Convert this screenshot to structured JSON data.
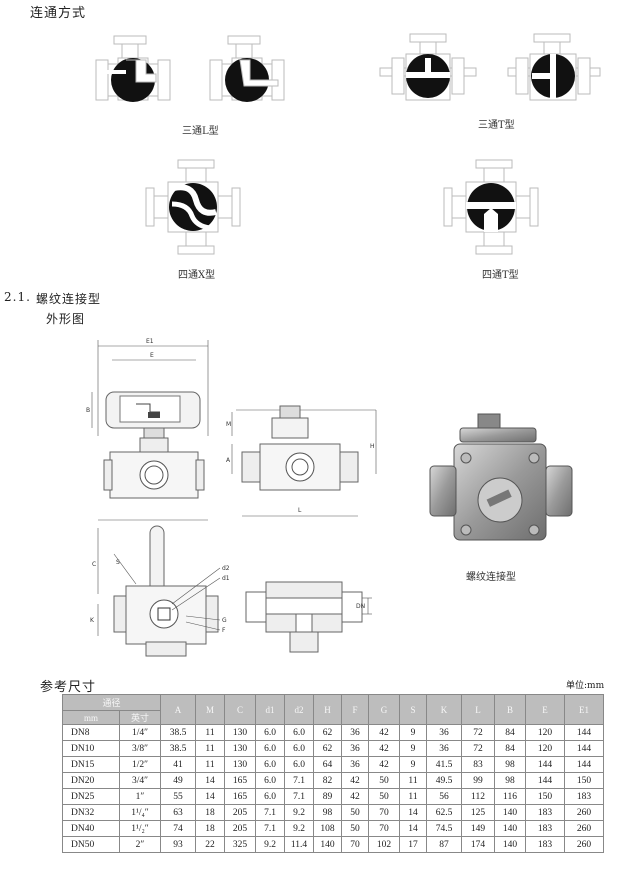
{
  "section_connection": {
    "title": "连通方式"
  },
  "captions": {
    "three_L": "三通L型",
    "three_T": "三通T型",
    "four_X": "四通X型",
    "four_T": "四通T型"
  },
  "section_thread": {
    "number": "2.1.",
    "title": "螺纹连接型",
    "subtitle": "外形图",
    "photo_caption": "螺纹连接型"
  },
  "drawing_labels": {
    "E1": "E1",
    "E": "E",
    "B": "B",
    "M": "M",
    "A": "A",
    "H": "H",
    "L": "L",
    "C": "C",
    "S": "S",
    "K": "K",
    "d2": "d2",
    "d1": "d1",
    "G": "G",
    "F": "F",
    "DN": "DN"
  },
  "reference": {
    "title": "参考尺寸",
    "unit": "单位:mm"
  },
  "table": {
    "group_header": "通径",
    "sub_headers": [
      "mm",
      "英寸"
    ],
    "columns": [
      "A",
      "M",
      "C",
      "d1",
      "d2",
      "H",
      "F",
      "G",
      "S",
      "K",
      "L",
      "B",
      "E",
      "E1"
    ],
    "rows": [
      [
        "DN8",
        "1/4″",
        "38.5",
        "11",
        "130",
        "6.0",
        "6.0",
        "62",
        "36",
        "42",
        "9",
        "36",
        "72",
        "84",
        "120",
        "144"
      ],
      [
        "DN10",
        "3/8″",
        "38.5",
        "11",
        "130",
        "6.0",
        "6.0",
        "62",
        "36",
        "42",
        "9",
        "36",
        "72",
        "84",
        "120",
        "144"
      ],
      [
        "DN15",
        "1/2″",
        "41",
        "11",
        "130",
        "6.0",
        "6.0",
        "64",
        "36",
        "42",
        "9",
        "41.5",
        "83",
        "98",
        "144",
        "144"
      ],
      [
        "DN20",
        "3/4″",
        "49",
        "14",
        "165",
        "6.0",
        "7.1",
        "82",
        "42",
        "50",
        "11",
        "49.5",
        "99",
        "98",
        "144",
        "150"
      ],
      [
        "DN25",
        "1″",
        "55",
        "14",
        "165",
        "6.0",
        "7.1",
        "89",
        "42",
        "50",
        "11",
        "56",
        "112",
        "116",
        "150",
        "183"
      ],
      [
        "DN32",
        "1¹/₄″",
        "63",
        "18",
        "205",
        "7.1",
        "9.2",
        "98",
        "50",
        "70",
        "14",
        "62.5",
        "125",
        "140",
        "183",
        "260"
      ],
      [
        "DN40",
        "1¹/₂″",
        "74",
        "18",
        "205",
        "7.1",
        "9.2",
        "108",
        "50",
        "70",
        "14",
        "74.5",
        "149",
        "140",
        "183",
        "260"
      ],
      [
        "DN50",
        "2″",
        "93",
        "22",
        "325",
        "9.2",
        "11.4",
        "140",
        "70",
        "102",
        "17",
        "87",
        "174",
        "140",
        "183",
        "260"
      ]
    ]
  }
}
